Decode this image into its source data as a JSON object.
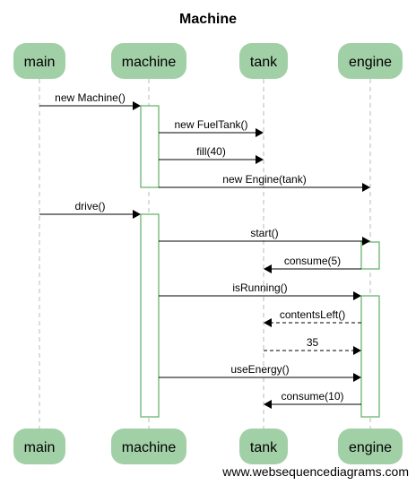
{
  "title": "Machine",
  "watermark": "www.websequencediagrams.com",
  "colors": {
    "actor_fill": "#a2d0a6",
    "activation_stroke": "#5fae66",
    "lifeline": "#b8b8b8"
  },
  "participants": [
    {
      "id": "main",
      "label": "main"
    },
    {
      "id": "machine",
      "label": "machine"
    },
    {
      "id": "tank",
      "label": "tank"
    },
    {
      "id": "engine",
      "label": "engine"
    }
  ],
  "messages": [
    {
      "from": "main",
      "to": "machine",
      "label": "new Machine()",
      "style": "solid"
    },
    {
      "from": "machine",
      "to": "tank",
      "label": "new FuelTank()",
      "style": "solid"
    },
    {
      "from": "machine",
      "to": "tank",
      "label": "fill(40)",
      "style": "solid"
    },
    {
      "from": "machine",
      "to": "engine",
      "label": "new Engine(tank)",
      "style": "solid"
    },
    {
      "from": "main",
      "to": "machine",
      "label": "drive()",
      "style": "solid"
    },
    {
      "from": "machine",
      "to": "engine",
      "label": "start()",
      "style": "solid"
    },
    {
      "from": "engine",
      "to": "tank",
      "label": "consume(5)",
      "style": "solid"
    },
    {
      "from": "machine",
      "to": "engine",
      "label": "isRunning()",
      "style": "solid"
    },
    {
      "from": "engine",
      "to": "tank",
      "label": "contentsLeft()",
      "style": "dashed"
    },
    {
      "from": "tank",
      "to": "engine",
      "label": "35",
      "style": "dashed"
    },
    {
      "from": "machine",
      "to": "engine",
      "label": "useEnergy()",
      "style": "solid"
    },
    {
      "from": "engine",
      "to": "tank",
      "label": "consume(10)",
      "style": "solid"
    }
  ]
}
